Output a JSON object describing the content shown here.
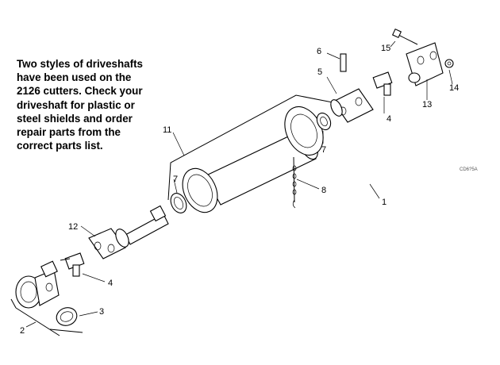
{
  "note": {
    "text": "Two styles of driveshafts\nhave been used on the\n2126 cutters. Check your\ndriveshaft for plastic or\nsteel shields and order\nrepair parts from the\ncorrect parts list."
  },
  "drawing_code": "CD6?5A",
  "callouts": {
    "c1": "1",
    "c2": "2",
    "c3": "3",
    "c4a": "4",
    "c4b": "4",
    "c5": "5",
    "c6": "6",
    "c7a": "7",
    "c7b": "7",
    "c8": "8",
    "c11": "11",
    "c12": "12",
    "c13": "13",
    "c14": "14",
    "c15": "15"
  }
}
